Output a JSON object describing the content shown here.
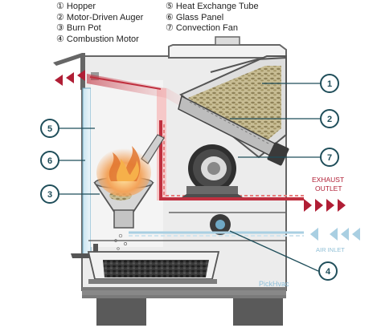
{
  "legend": {
    "left": [
      {
        "num": "1",
        "text": "Hopper"
      },
      {
        "num": "2",
        "text": "Motor-Driven Auger"
      },
      {
        "num": "3",
        "text": "Burn Pot"
      },
      {
        "num": "4",
        "text": "Combustion Motor"
      }
    ],
    "right": [
      {
        "num": "5",
        "text": "Heat Exchange Tube"
      },
      {
        "num": "6",
        "text": "Glass Panel"
      },
      {
        "num": "7",
        "text": "Convection Fan"
      }
    ]
  },
  "callouts": [
    "1",
    "2",
    "3",
    "4",
    "5",
    "6",
    "7"
  ],
  "labels": {
    "exhaust_line1": "EXHAUST",
    "exhaust_line2": "OUTLET",
    "air_inlet": "AIR INLET",
    "brand": "PickHvac"
  },
  "colors": {
    "hot": "#b01e35",
    "cold": "#a9cfe2",
    "body": "#e6e6e6",
    "frame": "#555555",
    "callout": "#1f4e5a",
    "exhaust_text": "#b01e35",
    "air_text": "#8fbfd6",
    "brand": "#8fc0da"
  },
  "icons": [
    "flame-icon",
    "fan-icon",
    "pellet-icon"
  ]
}
